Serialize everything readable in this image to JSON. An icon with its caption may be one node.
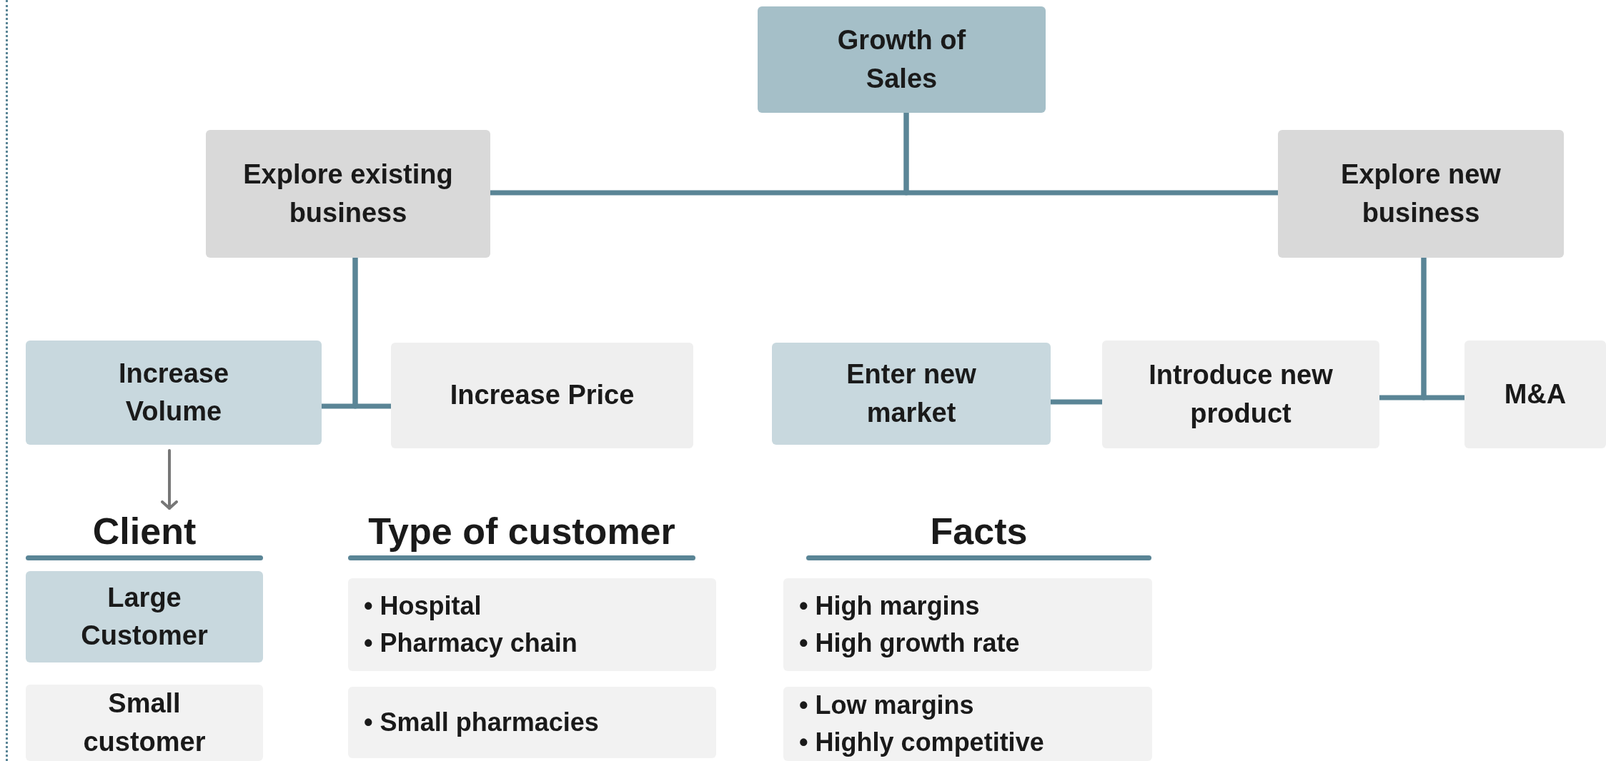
{
  "diagram": {
    "nodes": [
      {
        "text": [
          "Growth of Sales"
        ]
      },
      {
        "text": [
          "Explore existing business"
        ]
      },
      {
        "text": [
          "Explore new business"
        ]
      },
      {
        "text": [
          "Increase Volume"
        ]
      },
      {
        "text": [
          "Increase Price"
        ]
      },
      {
        "text": [
          "Enter new market"
        ]
      },
      {
        "text": [
          "Introduce new product"
        ]
      },
      {
        "text": [
          "M&A"
        ]
      },
      {
        "text": [
          "Client"
        ]
      },
      {
        "text": [
          "Large Customer"
        ]
      },
      {
        "text": [
          "• Hospital",
          "• Pharmacy chain"
        ]
      },
      {
        "text": [
          "• High margins",
          "• High growth rate"
        ]
      },
      {
        "text": [
          "Small customer"
        ]
      },
      {
        "text": [
          "• Small pharmacies"
        ]
      },
      {
        "text": [
          "• Low margins",
          "• Highly competitive"
        ]
      }
    ],
    "edges": [
      {
        "from": 0,
        "to": 1,
        "arrow": "none"
      },
      {
        "from": 0,
        "to": 2,
        "arrow": "none"
      },
      {
        "from": 1,
        "to": 3,
        "arrow": "none"
      },
      {
        "from": 1,
        "to": 4,
        "arrow": "none"
      },
      {
        "from": 2,
        "to": 6,
        "arrow": "none"
      },
      {
        "from": 2,
        "to": 7,
        "arrow": "none"
      },
      {
        "from": 5,
        "to": 6,
        "arrow": "none"
      },
      {
        "from": 3,
        "to": 8,
        "arrow": "to",
        "color": "#777777"
      }
    ],
    "labels": [
      "Type of customer",
      "Facts"
    ]
  }
}
